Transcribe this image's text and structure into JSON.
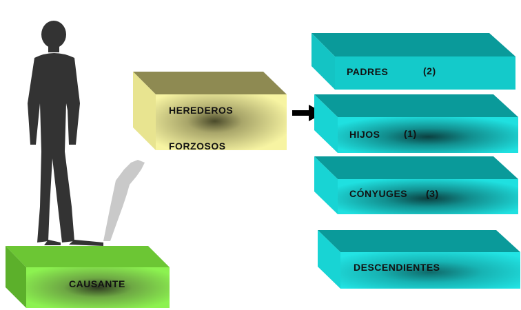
{
  "causante": {
    "label": "CAUSANTE"
  },
  "herederos": {
    "line1": "HEREDEROS",
    "line2": "FORZOSOS"
  },
  "boxes": {
    "padres": {
      "label": "PADRES",
      "ref": "(2)"
    },
    "hijos": {
      "label": "HIJOS",
      "ref": "(1)"
    },
    "conyuges": {
      "label": "CÓNYUGES",
      "ref": "(3)"
    },
    "descendientes": {
      "label": "DESCENDIENTES"
    }
  },
  "colors": {
    "green_front": "#86ef4a",
    "green_top": "#6cc634",
    "yellow_front": "#f5f29c",
    "yellow_top": "#8e8a52",
    "teal_front": "#1ad7d7",
    "teal_top": "#0a9a9a",
    "silhouette": "#333333",
    "shadow": "#c8c8c8"
  }
}
